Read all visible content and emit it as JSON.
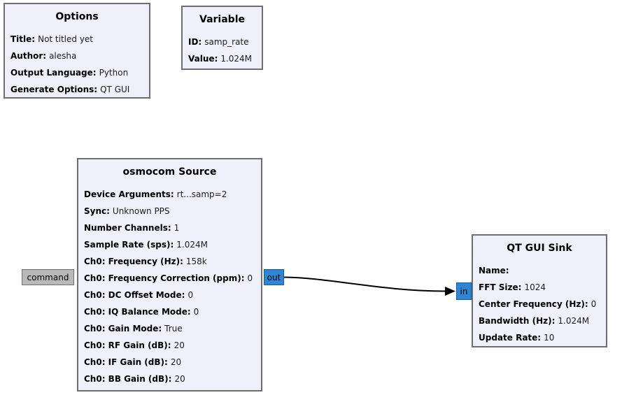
{
  "colors": {
    "canvas_bg": "#ffffff",
    "block_fill": "#f0f0fb",
    "block_border": "#6e6e6e",
    "port_complex_fill": "#2e86d4",
    "port_message_fill": "#b9b9b9",
    "wire": "#000000"
  },
  "blocks": {
    "options": {
      "title": "Options",
      "params": [
        {
          "label": "Title:",
          "value": "Not titled yet"
        },
        {
          "label": "Author:",
          "value": "alesha"
        },
        {
          "label": "Output Language:",
          "value": "Python"
        },
        {
          "label": "Generate Options:",
          "value": "QT GUI"
        }
      ]
    },
    "variable": {
      "title": "Variable",
      "params": [
        {
          "label": "ID:",
          "value": "samp_rate"
        },
        {
          "label": "Value:",
          "value": "1.024M"
        }
      ]
    },
    "osmocom_source": {
      "title": "osmocom Source",
      "params": [
        {
          "label": "Device Arguments:",
          "value": "rt...samp=2"
        },
        {
          "label": "Sync:",
          "value": "Unknown PPS"
        },
        {
          "label": "Number Channels:",
          "value": "1"
        },
        {
          "label": "Sample Rate (sps):",
          "value": "1.024M"
        },
        {
          "label": "Ch0: Frequency (Hz):",
          "value": "158k"
        },
        {
          "label": "Ch0: Frequency Correction (ppm):",
          "value": "0"
        },
        {
          "label": "Ch0: DC Offset Mode:",
          "value": "0"
        },
        {
          "label": "Ch0: IQ Balance Mode:",
          "value": "0"
        },
        {
          "label": "Ch0: Gain Mode:",
          "value": "True"
        },
        {
          "label": "Ch0: RF Gain (dB):",
          "value": "20"
        },
        {
          "label": "Ch0: IF Gain (dB):",
          "value": "20"
        },
        {
          "label": "Ch0: BB Gain (dB):",
          "value": "20"
        }
      ],
      "ports": {
        "command": "command",
        "out": "out"
      }
    },
    "qt_gui_sink": {
      "title": "QT GUI Sink",
      "params": [
        {
          "label": "Name:",
          "value": ""
        },
        {
          "label": "FFT Size:",
          "value": "1024"
        },
        {
          "label": "Center Frequency (Hz):",
          "value": "0"
        },
        {
          "label": "Bandwidth (Hz):",
          "value": "1.024M"
        },
        {
          "label": "Update Rate:",
          "value": "10"
        }
      ],
      "ports": {
        "in": "in"
      }
    }
  }
}
